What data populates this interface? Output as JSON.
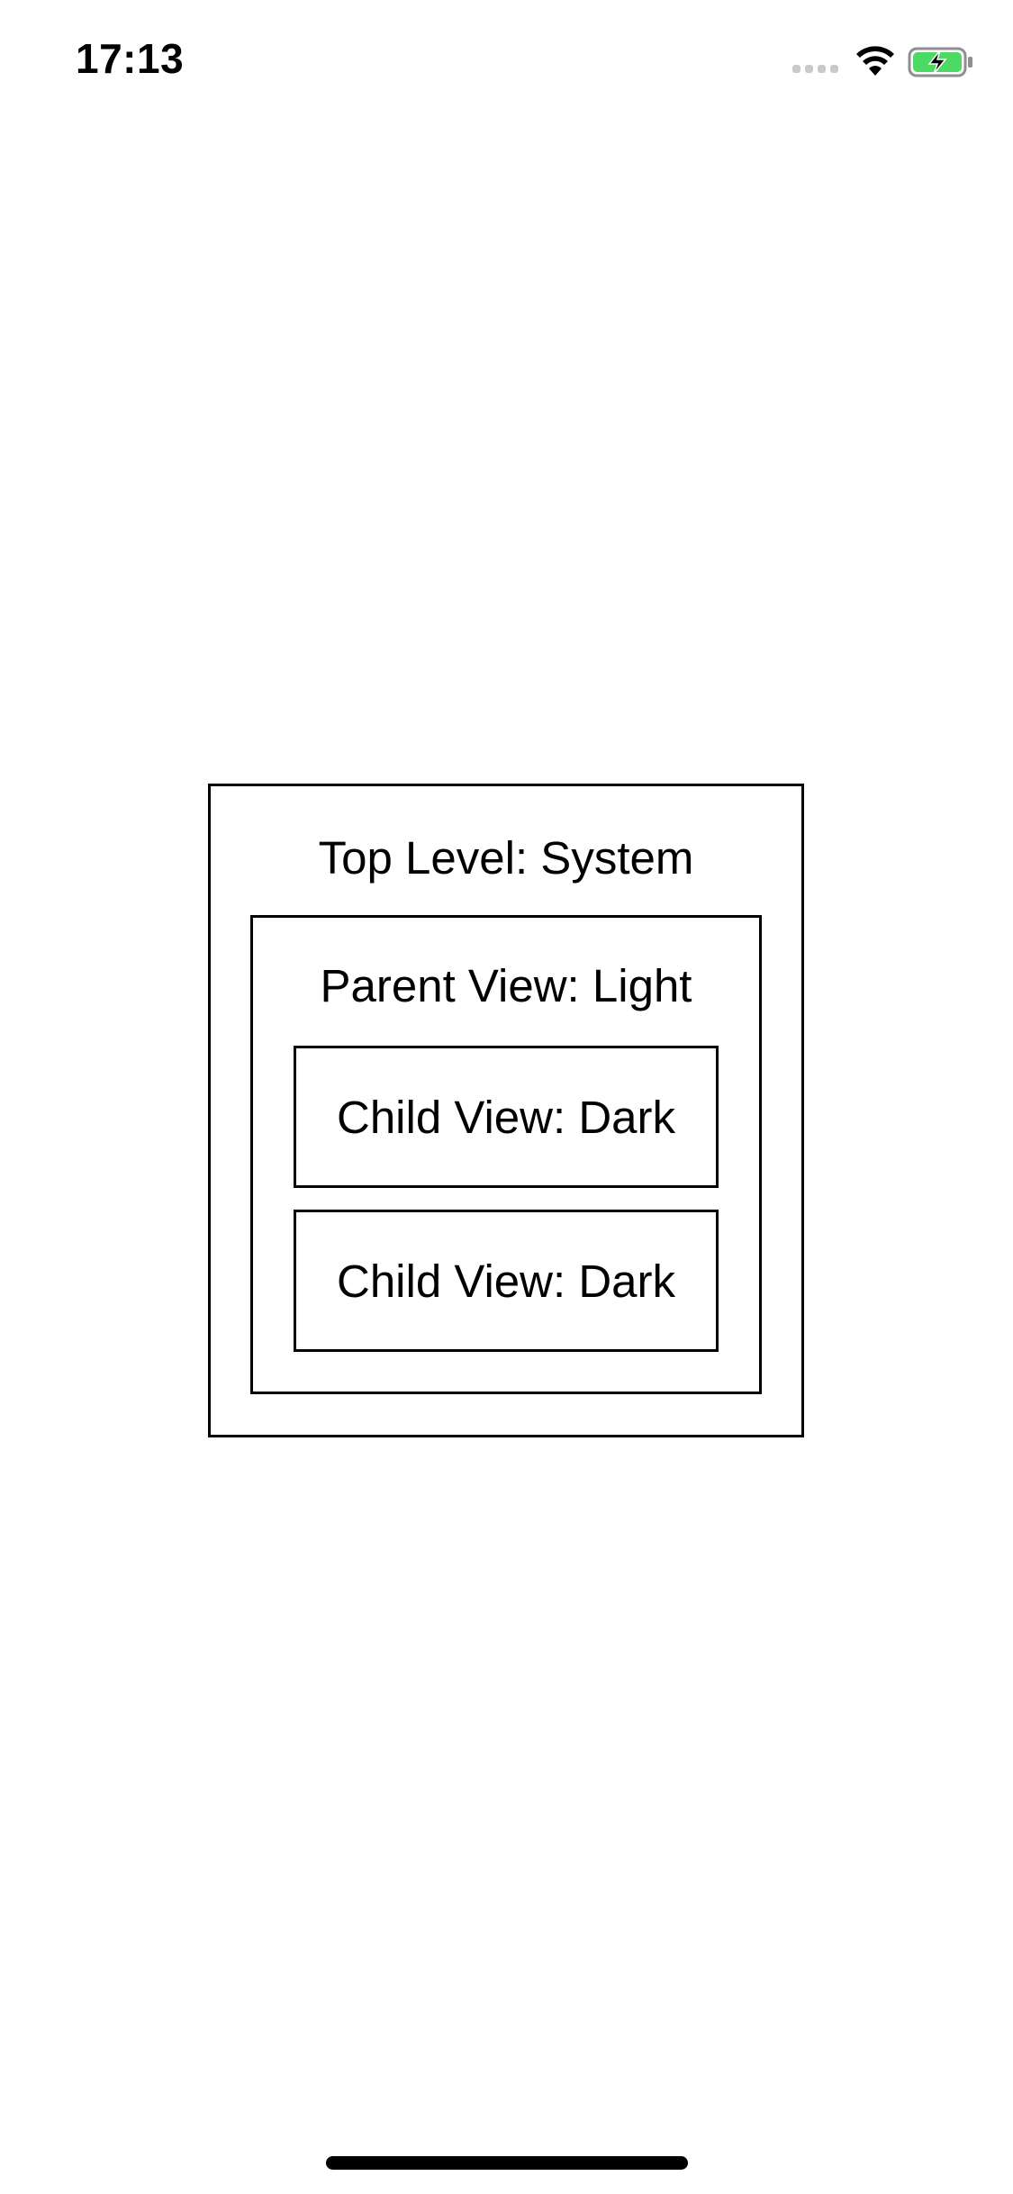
{
  "status_bar": {
    "time": "17:13",
    "signal_icon": "cellular-signal-icon",
    "wifi_icon": "wifi-icon",
    "battery_icon": "battery-charging-icon",
    "battery_color": "#4cd964"
  },
  "boxes": {
    "top_level_label": "Top Level: System",
    "parent_view_label": "Parent View: Light",
    "children": [
      {
        "label": "Child View: Dark"
      },
      {
        "label": "Child View: Dark"
      }
    ]
  },
  "colors": {
    "background": "#ffffff",
    "border": "#000000",
    "text": "#000000"
  }
}
